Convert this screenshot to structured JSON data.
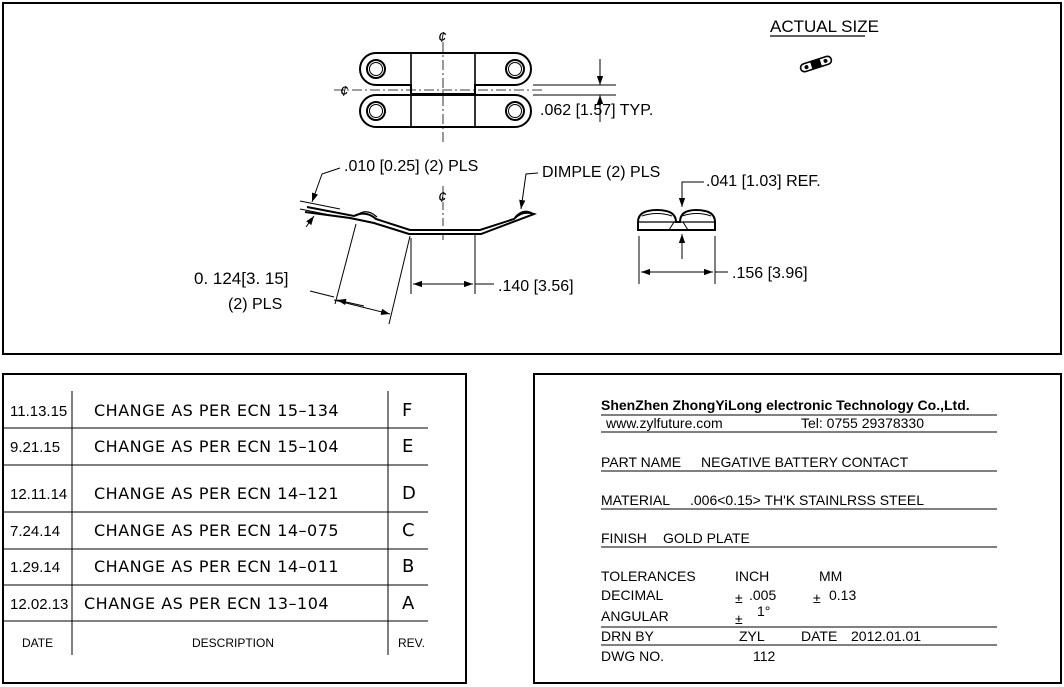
{
  "drawing": {
    "actual_size_label": "ACTUAL SIZE",
    "centerline_symbol": "¢",
    "dim_thickness": ".062 [1.57] TYP.",
    "dim_dimple_height": ".010 [0.25] (2) PLS",
    "dimple_label": "DIMPLE (2) PLS",
    "dim_angle_main": "0. 124[3. 15]",
    "dim_angle_sub": "(2) PLS",
    "dim_center_width": ".140 [3.56]",
    "dim_ref": ".041 [1.03] REF.",
    "dim_overall": ".156 [3.96]"
  },
  "revisions": {
    "rows": [
      {
        "date": "11.13.15",
        "description": "CHANGE AS PER ECN 15–134",
        "rev": "F"
      },
      {
        "date": "9.21.15",
        "description": "CHANGE AS PER ECN 15–104",
        "rev": "E"
      },
      {
        "date": "12.11.14",
        "description": "CHANGE AS PER ECN 14–121",
        "rev": "D"
      },
      {
        "date": "7.24.14",
        "description": "CHANGE AS PER ECN 14–075",
        "rev": "C"
      },
      {
        "date": "1.29.14",
        "description": "CHANGE AS PER ECN 14–011",
        "rev": "B"
      },
      {
        "date": "12.02.13",
        "description": "CHANGE AS PER ECN 13–104",
        "rev": "A"
      }
    ],
    "headers": {
      "date": "DATE",
      "description": "DESCRIPTION",
      "rev": "REV."
    }
  },
  "title_block": {
    "company": "ShenZhen ZhongYiLong electronic Technology Co.,Ltd.",
    "website": "www.zylfuture.com",
    "tel": "Tel: 0755 29378330",
    "part_name_label": "PART NAME",
    "part_name": "NEGATIVE BATTERY CONTACT",
    "material_label": "MATERIAL",
    "material": ".006<0.15> TH'K STAINLRSS STEEL",
    "finish_label": "FINISH",
    "finish": "GOLD PLATE",
    "tolerances_label": "TOLERANCES",
    "inch_label": "INCH",
    "mm_label": "MM",
    "decimal_label": "DECIMAL",
    "plus_minus": "±",
    "decimal_inch": ".005",
    "decimal_mm": "0.13",
    "angular_label": "ANGULAR",
    "angular_value": "1°",
    "drn_by_label": "DRN BY",
    "drn_by": "ZYL",
    "date_label": "DATE",
    "date": "2012.01.01",
    "dwg_no_label": "DWG NO.",
    "dwg_no": "112"
  }
}
